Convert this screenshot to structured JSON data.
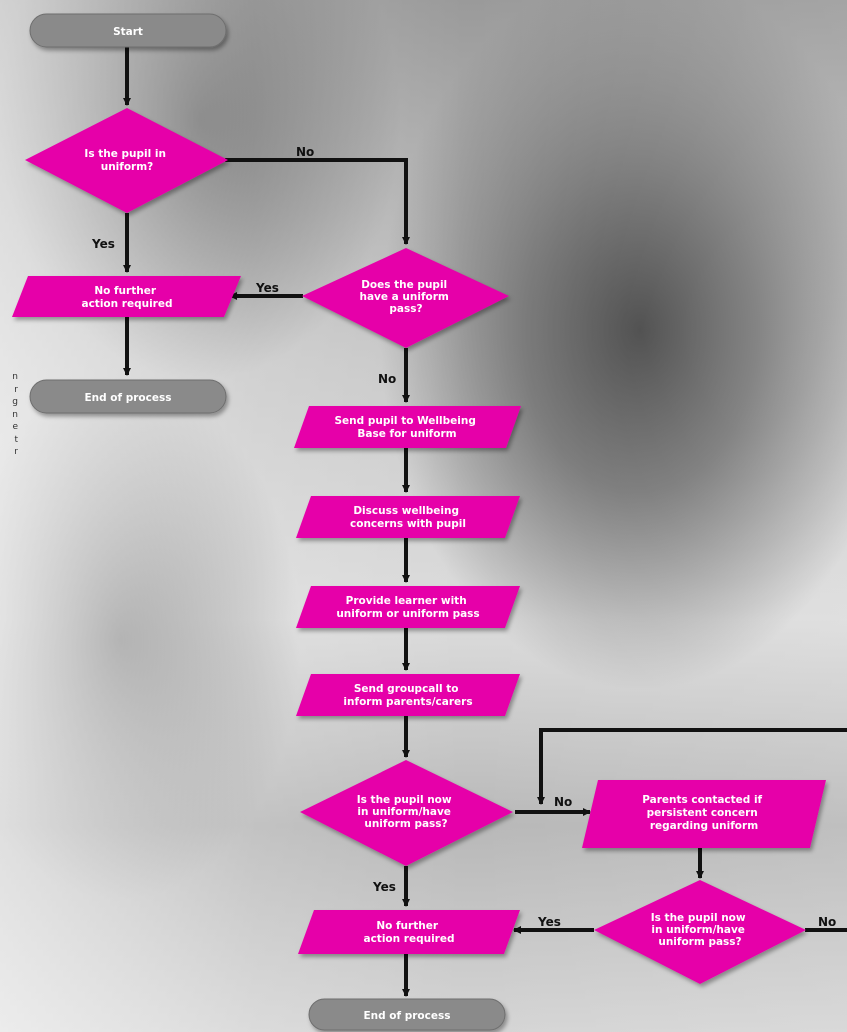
{
  "colors": {
    "process": "#e600a9",
    "terminator": "#8a8a8a",
    "line": "#111111"
  },
  "nodes": {
    "start": "Start",
    "q_uniform": [
      "Is the pupil in",
      "uniform?"
    ],
    "no_action_1": [
      "No further",
      "action required"
    ],
    "end_1": "End of process",
    "q_pass": [
      "Does the pupil",
      "have a uniform",
      "pass?"
    ],
    "send_wellbeing": [
      "Send pupil to Wellbeing",
      "Base for uniform"
    ],
    "discuss": [
      "Discuss wellbeing",
      "concerns with pupil"
    ],
    "provide": [
      "Provide learner with",
      "uniform or uniform pass"
    ],
    "groupcall": [
      "Send groupcall to",
      "inform parents/carers"
    ],
    "q_now_1": [
      "Is the pupil now",
      "in uniform/have",
      "uniform pass?"
    ],
    "parents": [
      "Parents contacted if",
      "persistent concern",
      "regarding uniform"
    ],
    "no_action_2": [
      "No further",
      "action required"
    ],
    "q_now_2": [
      "Is the pupil now",
      "in uniform/have",
      "uniform pass?"
    ],
    "end_2": "End of process"
  },
  "edge_labels": {
    "q1_no": "No",
    "q1_yes": "Yes",
    "q2_yes": "Yes",
    "q2_no": "No",
    "q3_no": "No",
    "q3_yes": "Yes",
    "q4_yes": "Yes",
    "q4_no": "No"
  },
  "side_text_fragments": [
    "n",
    "r",
    "g",
    "n",
    "e",
    "t",
    "r"
  ]
}
